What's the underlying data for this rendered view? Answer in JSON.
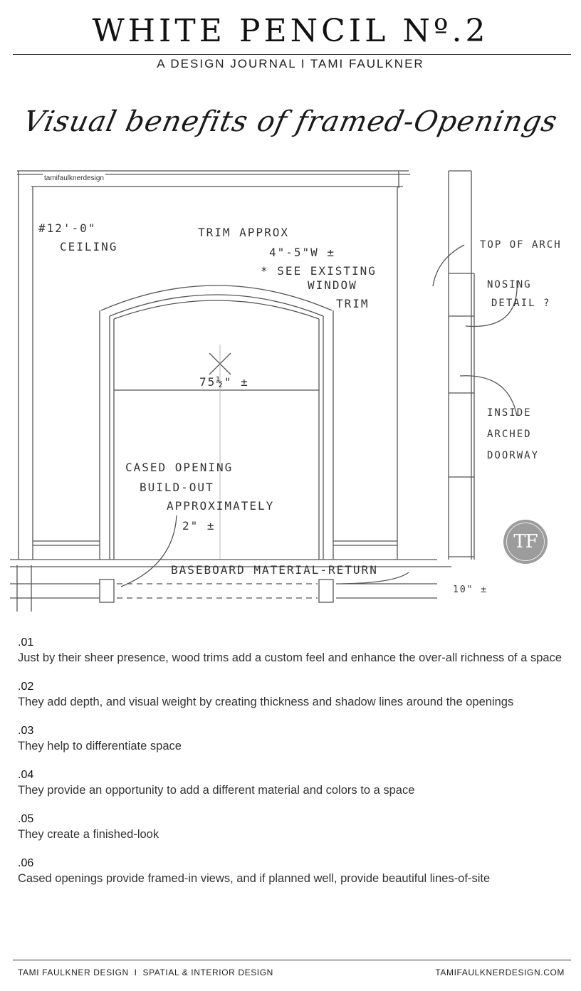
{
  "header": {
    "masthead": "WHITE PENCIL Nº.2",
    "subtitle": "A DESIGN JOURNAL I TAMI FAULKNER"
  },
  "sketch": {
    "title": "Visual benefits of framed-Openings",
    "watermark": "tamifaulknerdesign",
    "badge": "TF",
    "notes": {
      "ceiling_1": "#12'-0\"",
      "ceiling_2": "CEILING",
      "trim_1": "TRIM APPROX",
      "trim_2": "4\"-5\"W ±",
      "trim_3": "* SEE EXISTING",
      "trim_4": "WINDOW",
      "trim_5": "TRIM",
      "width": "75½\" ±",
      "cased_1": "CASED OPENING",
      "cased_2": "BUILD-OUT",
      "cased_3": "APPROXIMATELY",
      "cased_4": "2\" ±",
      "baseboard": "BASEBOARD MATERIAL-RETURN",
      "top_arch": "TOP OF ARCH",
      "nosing_1": "NOSING",
      "nosing_2": "DETAIL ?",
      "inside_1": "INSIDE",
      "inside_2": "ARCHED",
      "inside_3": "DOORWAY",
      "side_dim": "10\" ±"
    }
  },
  "items": [
    {
      "num": ".01",
      "text": "Just by their sheer presence, wood trims add a custom feel and enhance the over-all richness of a space"
    },
    {
      "num": ".02",
      "text": "They add depth, and visual weight by creating thickness and shadow lines around the openings"
    },
    {
      "num": ".03",
      "text": "They help to differentiate space"
    },
    {
      "num": ".04",
      "text": "They provide an opportunity to add a different material and colors to a space"
    },
    {
      "num": ".05",
      "text": "They create a finished-look"
    },
    {
      "num": ".06",
      "text": "Cased openings provide framed-in views, and if planned well, provide beautiful lines-of-site"
    }
  ],
  "footer": {
    "left": "TAMI FAULKNER DESIGN  I  SPATIAL & INTERIOR DESIGN",
    "right": "TAMIFAULKNERDESIGN.COM"
  }
}
